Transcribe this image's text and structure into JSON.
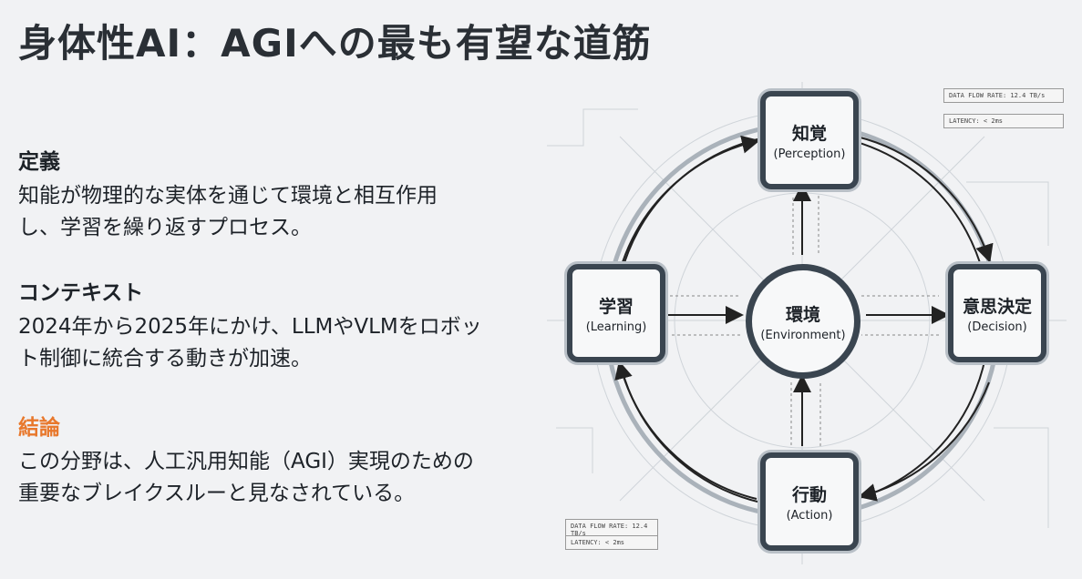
{
  "title": "身体性AI：AGIへの最も有望な道筋",
  "sections": [
    {
      "heading": "定義",
      "body": "知能が物理的な実体を通じて環境と相互作用し、学習を繰り返すプロセス。"
    },
    {
      "heading": "コンテキスト",
      "body": "2024年から2025年にかけ、LLMやVLMをロボット制御に統合する動きが加速。"
    },
    {
      "heading": "結論",
      "body": "この分野は、人工汎用知能（AGI）実現のための重要なブレイクスルーと見なされている。"
    }
  ],
  "diagram": {
    "perception": {
      "ja": "知覚",
      "en": "(Perception)"
    },
    "decision": {
      "ja": "意思決定",
      "en": "(Decision)"
    },
    "action": {
      "ja": "行動",
      "en": "(Action)"
    },
    "learning": {
      "ja": "学習",
      "en": "(Learning)"
    },
    "environment": {
      "ja": "環境",
      "en": "(Environment)"
    },
    "tags": {
      "rate": "DATA FLOW RATE: 12.4 TB/s",
      "latency": "LATENCY: < 2ms"
    }
  },
  "colors": {
    "accent": "#e8782c",
    "frame": "#3a4550"
  }
}
